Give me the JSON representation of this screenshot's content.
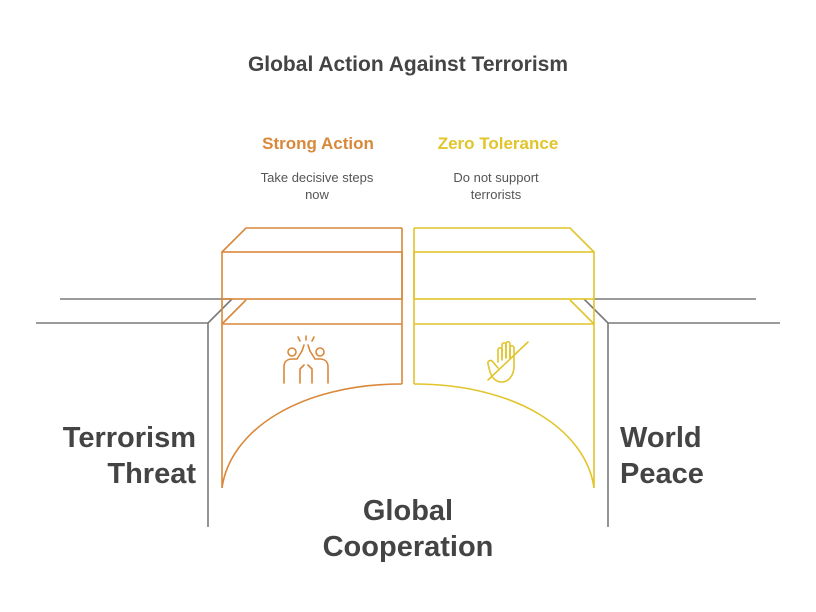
{
  "title": "Global Action Against Terrorism",
  "left_pillar": {
    "heading": "Strong Action",
    "desc_line1": "Take decisive steps",
    "desc_line2": "now",
    "color": "#d9883a",
    "icon": "high-five-icon"
  },
  "right_pillar": {
    "heading": "Zero Tolerance",
    "desc_line1": "Do not support",
    "desc_line2": "terrorists",
    "color": "#e2c42b",
    "icon": "no-hand-icon"
  },
  "left_bank": {
    "line1": "Terrorism",
    "line2": "Threat"
  },
  "right_bank": {
    "line1": "World",
    "line2": "Peace"
  },
  "bridge": {
    "line1": "Global",
    "line2": "Cooperation"
  },
  "line_color": "#7a7a7a"
}
